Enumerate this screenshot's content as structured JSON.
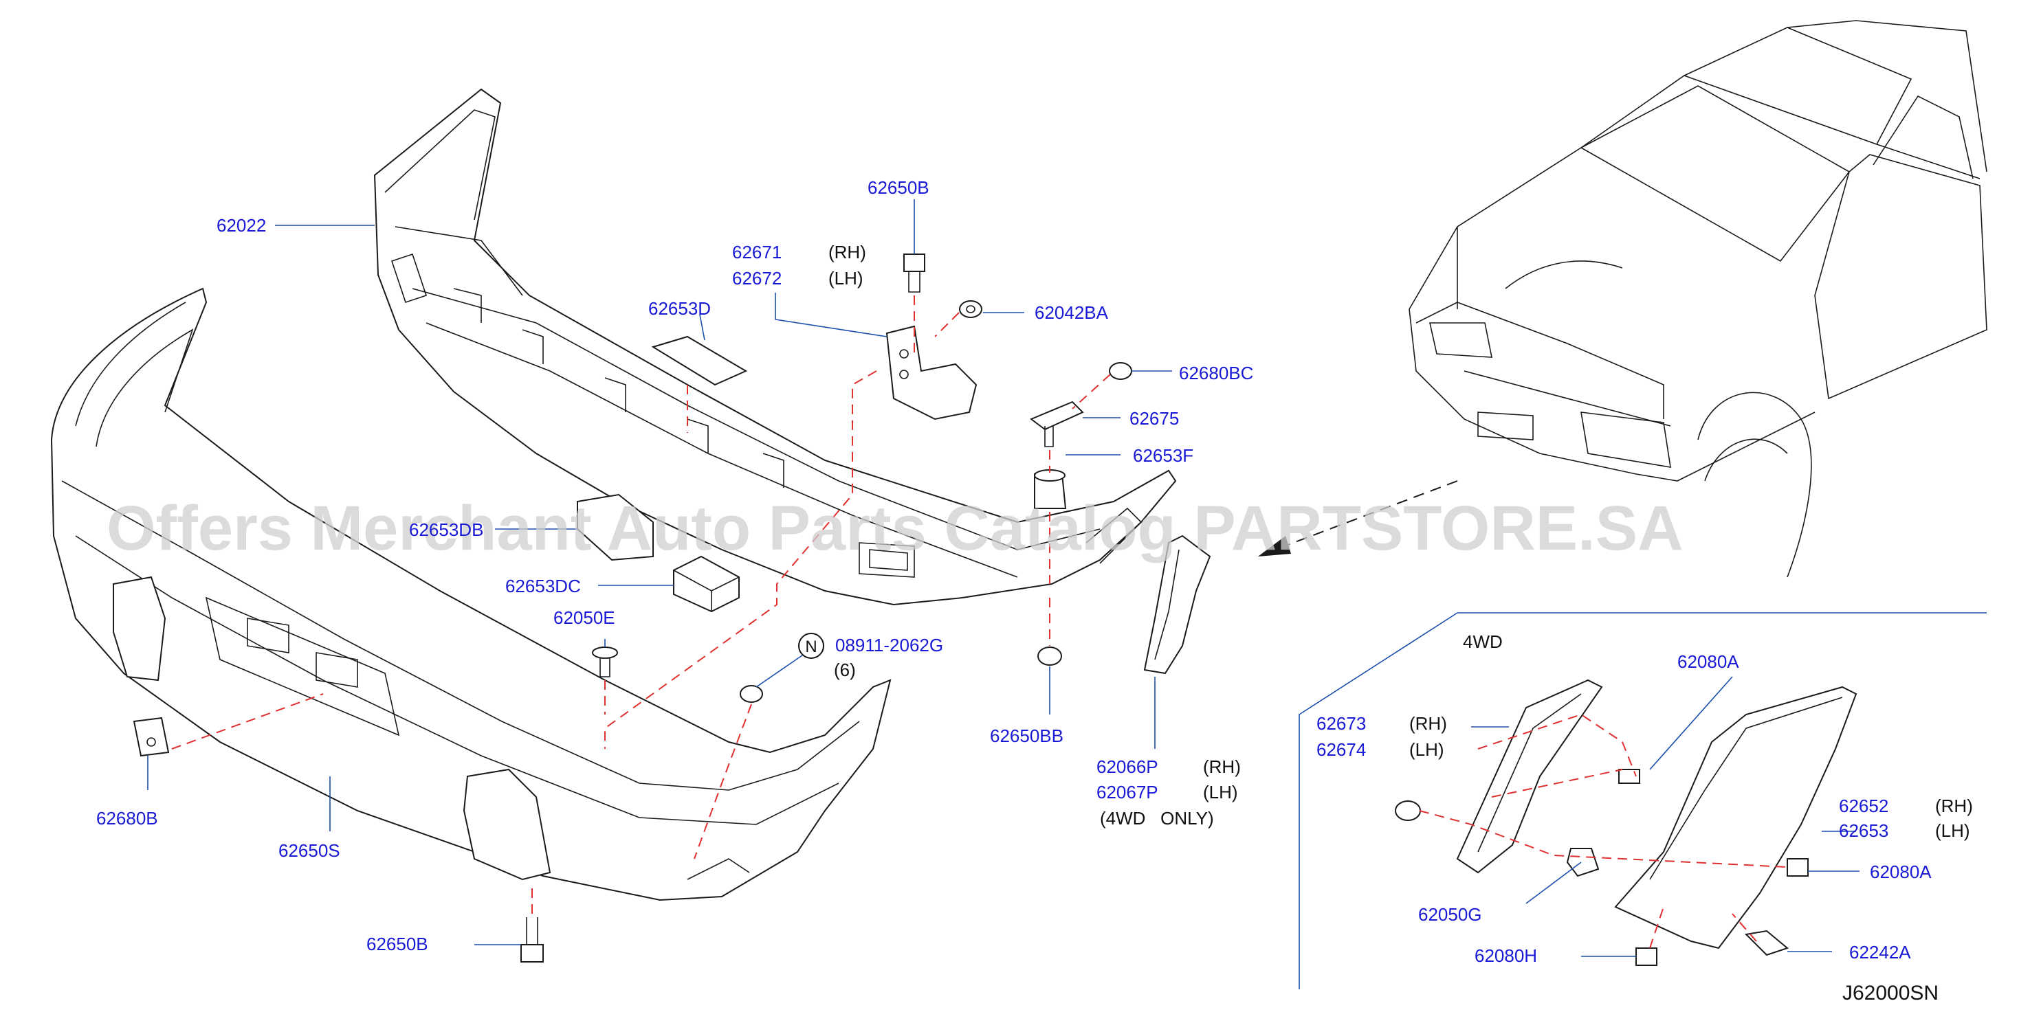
{
  "diagram_code": "J62000SN",
  "watermark": "Offers Merchant Auto Parts Catalog PARTSTORE.SA",
  "section_label": "4WD",
  "colors": {
    "part_number": "#1a1ad6",
    "note": "#111111",
    "dashed_line": "#e03030",
    "leader": "#1a4fae",
    "watermark": "#cfcfcf"
  },
  "labels": [
    {
      "id": "62022",
      "text": "62022"
    },
    {
      "id": "62650B-top",
      "text": "62650B"
    },
    {
      "id": "62671",
      "text": "62671",
      "note": "(RH)"
    },
    {
      "id": "62672",
      "text": "62672",
      "note": "(LH)"
    },
    {
      "id": "62042BA",
      "text": "62042BA"
    },
    {
      "id": "62653D",
      "text": "62653D"
    },
    {
      "id": "62680BC",
      "text": "62680BC"
    },
    {
      "id": "62675",
      "text": "62675"
    },
    {
      "id": "62653F",
      "text": "62653F"
    },
    {
      "id": "62653DB",
      "text": "62653DB"
    },
    {
      "id": "62653DC",
      "text": "62653DC"
    },
    {
      "id": "62050E",
      "text": "62050E"
    },
    {
      "id": "08911-2062G",
      "text": "08911-2062G",
      "note": "(6)"
    },
    {
      "id": "62650BB",
      "text": "62650BB"
    },
    {
      "id": "62680B",
      "text": "62680B"
    },
    {
      "id": "62650S",
      "text": "62650S"
    },
    {
      "id": "62650B-bottom",
      "text": "62650B"
    },
    {
      "id": "62066P",
      "text": "62066P",
      "note": "(RH)"
    },
    {
      "id": "62067P",
      "text": "62067P",
      "note": "(LH)"
    },
    {
      "id": "4wd-only",
      "text": "(4WD   ONLY)"
    },
    {
      "id": "62080A-top",
      "text": "62080A"
    },
    {
      "id": "62673",
      "text": "62673",
      "note": "(RH)"
    },
    {
      "id": "62674",
      "text": "62674",
      "note": "(LH)"
    },
    {
      "id": "62652",
      "text": "62652",
      "note": "(RH)"
    },
    {
      "id": "62653",
      "text": "62653",
      "note": "(LH)"
    },
    {
      "id": "62080A-right",
      "text": "62080A"
    },
    {
      "id": "62050G",
      "text": "62050G"
    },
    {
      "id": "62080H",
      "text": "62080H"
    },
    {
      "id": "62242A",
      "text": "62242A"
    }
  ],
  "n_symbol": "N"
}
